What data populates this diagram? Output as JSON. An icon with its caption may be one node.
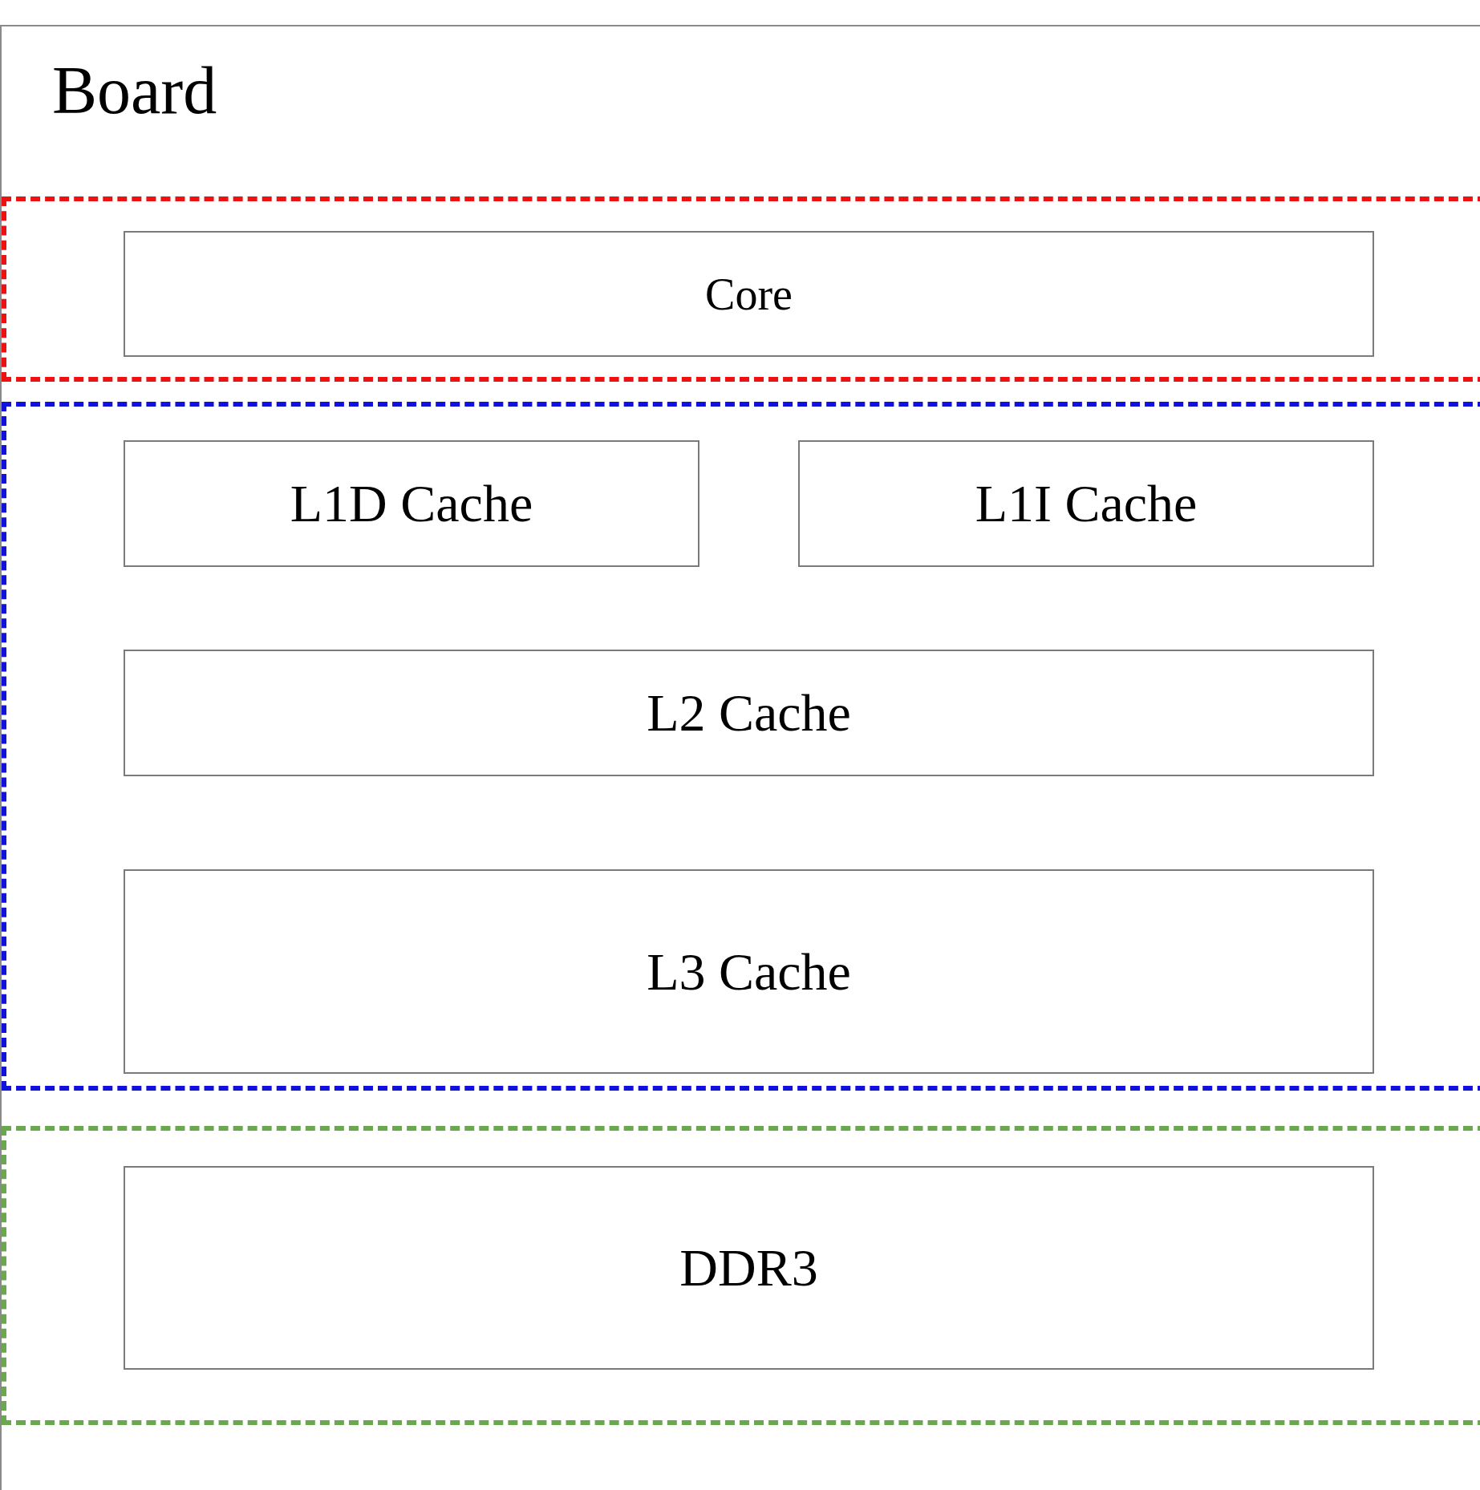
{
  "diagram": {
    "nodes": [
      {
        "text": [
          "Board"
        ]
      },
      {
        "text": [],
        "shape": "box",
        "in": 0
      },
      {
        "text": [
          "Core"
        ],
        "in": 1
      },
      {
        "text": [],
        "shape": "box",
        "in": 0
      },
      {
        "text": [
          "L1D Cache"
        ],
        "in": 3
      },
      {
        "text": [
          "L1I Cache"
        ],
        "in": 3
      },
      {
        "text": [
          "L2 Cache"
        ],
        "in": 3
      },
      {
        "text": [
          "L3 Cache"
        ],
        "in": 3
      },
      {
        "text": [],
        "shape": "box",
        "in": 0
      },
      {
        "text": [
          "DDR3"
        ],
        "in": 8
      }
    ],
    "edges": []
  }
}
